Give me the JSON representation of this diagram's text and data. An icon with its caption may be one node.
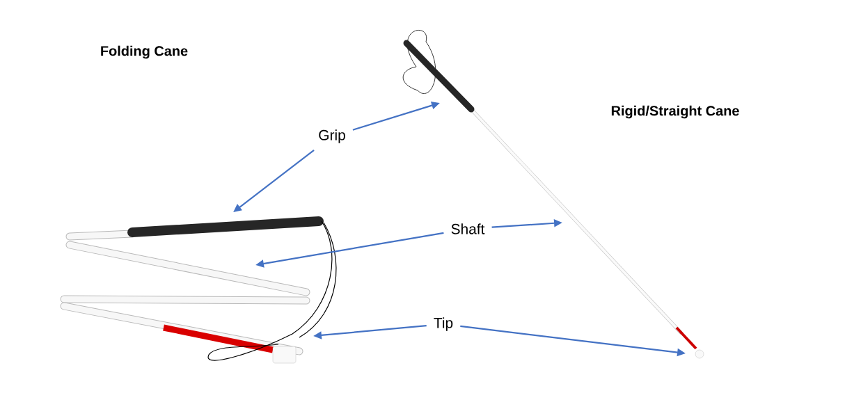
{
  "diagram": {
    "nodes": [
      {
        "text": [
          "Grip"
        ]
      },
      {
        "text": [
          "Shaft"
        ]
      },
      {
        "text": [
          "Tip"
        ]
      }
    ],
    "edges": [
      {
        "from": 0,
        "to": null,
        "arrow": "to"
      },
      {
        "from": 0,
        "to": null,
        "arrow": "to"
      },
      {
        "from": 1,
        "to": null,
        "arrow": "to"
      },
      {
        "from": 1,
        "to": null,
        "arrow": "to"
      },
      {
        "from": 2,
        "to": null,
        "arrow": "to"
      },
      {
        "from": 2,
        "to": null,
        "arrow": "to"
      }
    ],
    "labels": [
      "Folding Cane",
      "Rigid/Straight Cane"
    ]
  }
}
